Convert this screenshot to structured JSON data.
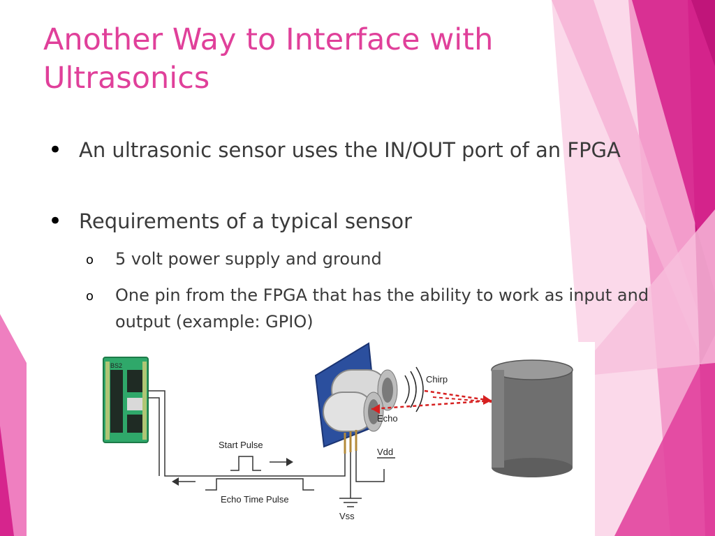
{
  "slide": {
    "title": "Another Way to Interface with Ultrasonics",
    "bullets": [
      "An ultrasonic sensor uses the IN/OUT port of an FPGA",
      "Requirements of a typical sensor"
    ],
    "sub_bullets": [
      "5 volt power supply and ground",
      "One pin from the FPGA that has the ability to work as input and output (example: GPIO)"
    ],
    "bullet_glyph": "•",
    "sub_bullet_glyph": "o",
    "colors": {
      "title": "#e0409a",
      "accent_magenta": "#c0157a",
      "accent_pink": "#ef7fc0",
      "accent_light": "#f8c8e2"
    }
  },
  "diagram": {
    "board_label": "BS2",
    "start_pulse": "Start Pulse",
    "echo_time_pulse": "Echo Time Pulse",
    "chirp": "Chirp",
    "echo": "Echo",
    "vdd": "Vdd",
    "vss": "Vss"
  }
}
